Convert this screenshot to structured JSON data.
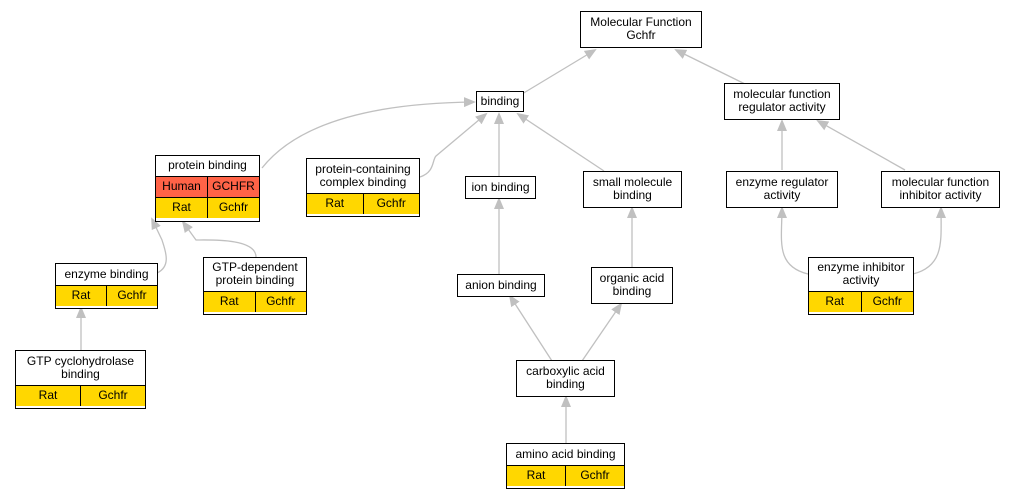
{
  "nodes": {
    "root": {
      "title": "Molecular Function\nGchfr"
    },
    "binding": {
      "title": "binding"
    },
    "mf_regulator": {
      "title": "molecular function\nregulator activity"
    },
    "protein_binding": {
      "title": "protein binding",
      "rows": [
        [
          "Human",
          "GCHFR"
        ],
        [
          "Rat",
          "Gchfr"
        ]
      ]
    },
    "protein_containing": {
      "title": "protein-containing\ncomplex binding",
      "rows": [
        [
          "Rat",
          "Gchfr"
        ]
      ]
    },
    "ion_binding": {
      "title": "ion binding"
    },
    "small_molecule": {
      "title": "small molecule\nbinding"
    },
    "enzyme_regulator": {
      "title": "enzyme regulator\nactivity"
    },
    "mf_inhibitor": {
      "title": "molecular function\ninhibitor activity"
    },
    "enzyme_binding": {
      "title": "enzyme binding",
      "rows": [
        [
          "Rat",
          "Gchfr"
        ]
      ]
    },
    "gtp_dependent": {
      "title": "GTP-dependent\nprotein binding",
      "rows": [
        [
          "Rat",
          "Gchfr"
        ]
      ]
    },
    "anion_binding": {
      "title": "anion binding"
    },
    "organic_acid": {
      "title": "organic acid\nbinding"
    },
    "enzyme_inhibitor": {
      "title": "enzyme inhibitor\nactivity",
      "rows": [
        [
          "Rat",
          "Gchfr"
        ]
      ]
    },
    "gtp_cyclohydrolase": {
      "title": "GTP cyclohydrolase\nbinding",
      "rows": [
        [
          "Rat",
          "Gchfr"
        ]
      ]
    },
    "carboxylic_acid": {
      "title": "carboxylic acid\nbinding"
    },
    "amino_acid": {
      "title": "amino acid binding",
      "rows": [
        [
          "Rat",
          "Gchfr"
        ]
      ]
    }
  },
  "colors": {
    "edge": "#c0c0c0",
    "rat": "#FFD700",
    "human": "#FF6347"
  }
}
